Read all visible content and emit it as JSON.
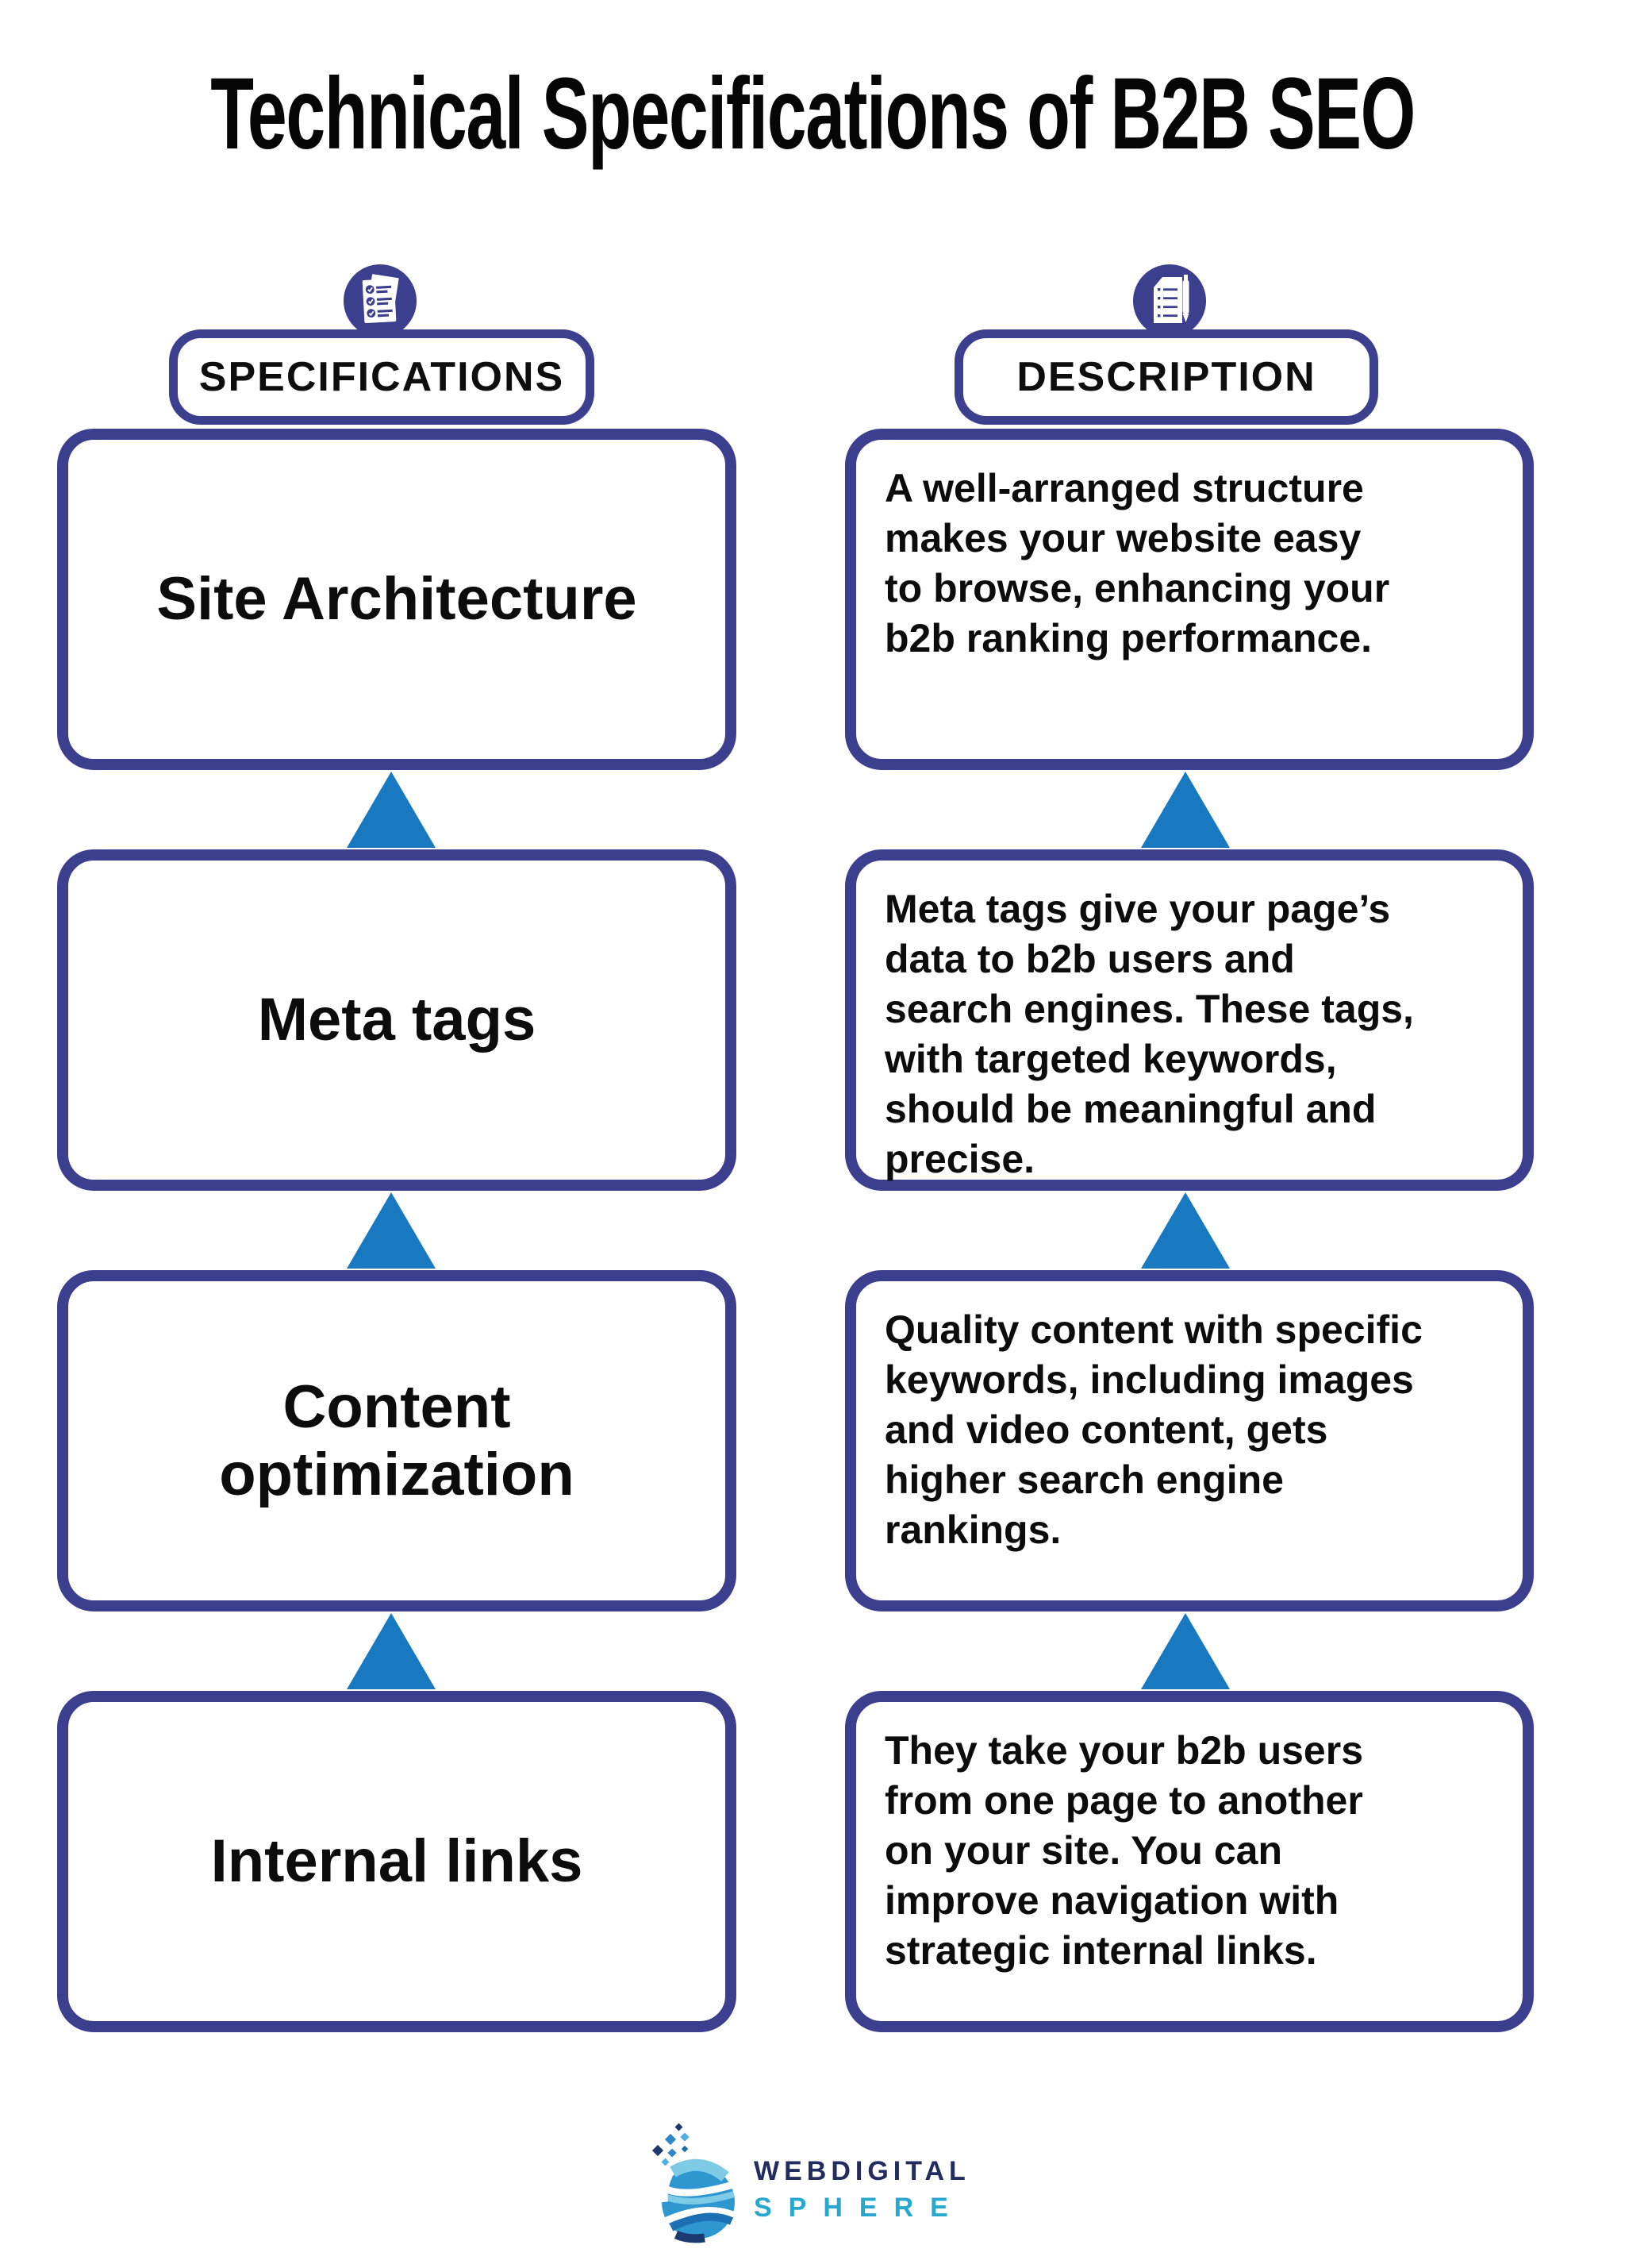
{
  "page": {
    "title": "Technical Specifications of B2B SEO"
  },
  "headers": {
    "specifications": "SPECIFICATIONS",
    "description": "DESCRIPTION"
  },
  "rows": [
    {
      "spec": "Site Architecture",
      "description": "A well-arranged structure\nmakes your website easy\nto browse, enhancing your\nb2b ranking performance."
    },
    {
      "spec": "Meta tags",
      "description": "Meta tags give your page’s\ndata to b2b users and\nsearch engines. These tags,\nwith targeted keywords,\nshould be meaningful and\nprecise."
    },
    {
      "spec": "Content\noptimization",
      "description": "Quality content with specific\nkeywords, including images\nand video content, gets\nhigher search engine\nrankings."
    },
    {
      "spec": "Internal links",
      "description": "They take your b2b users\nfrom one page to another\non your site. You can\nimprove navigation with\nstrategic internal links."
    }
  ],
  "icons": {
    "specifications": "checklist-icon",
    "description": "document-pen-icon"
  },
  "logo": {
    "line1": "WEBDIGITAL",
    "line2": "SPHERE"
  },
  "colors": {
    "border_indigo": "#3b3f8e",
    "triangle_blue": "#1879c0",
    "logo_navy": "#232c5e",
    "logo_teal": "#28a7cf"
  }
}
